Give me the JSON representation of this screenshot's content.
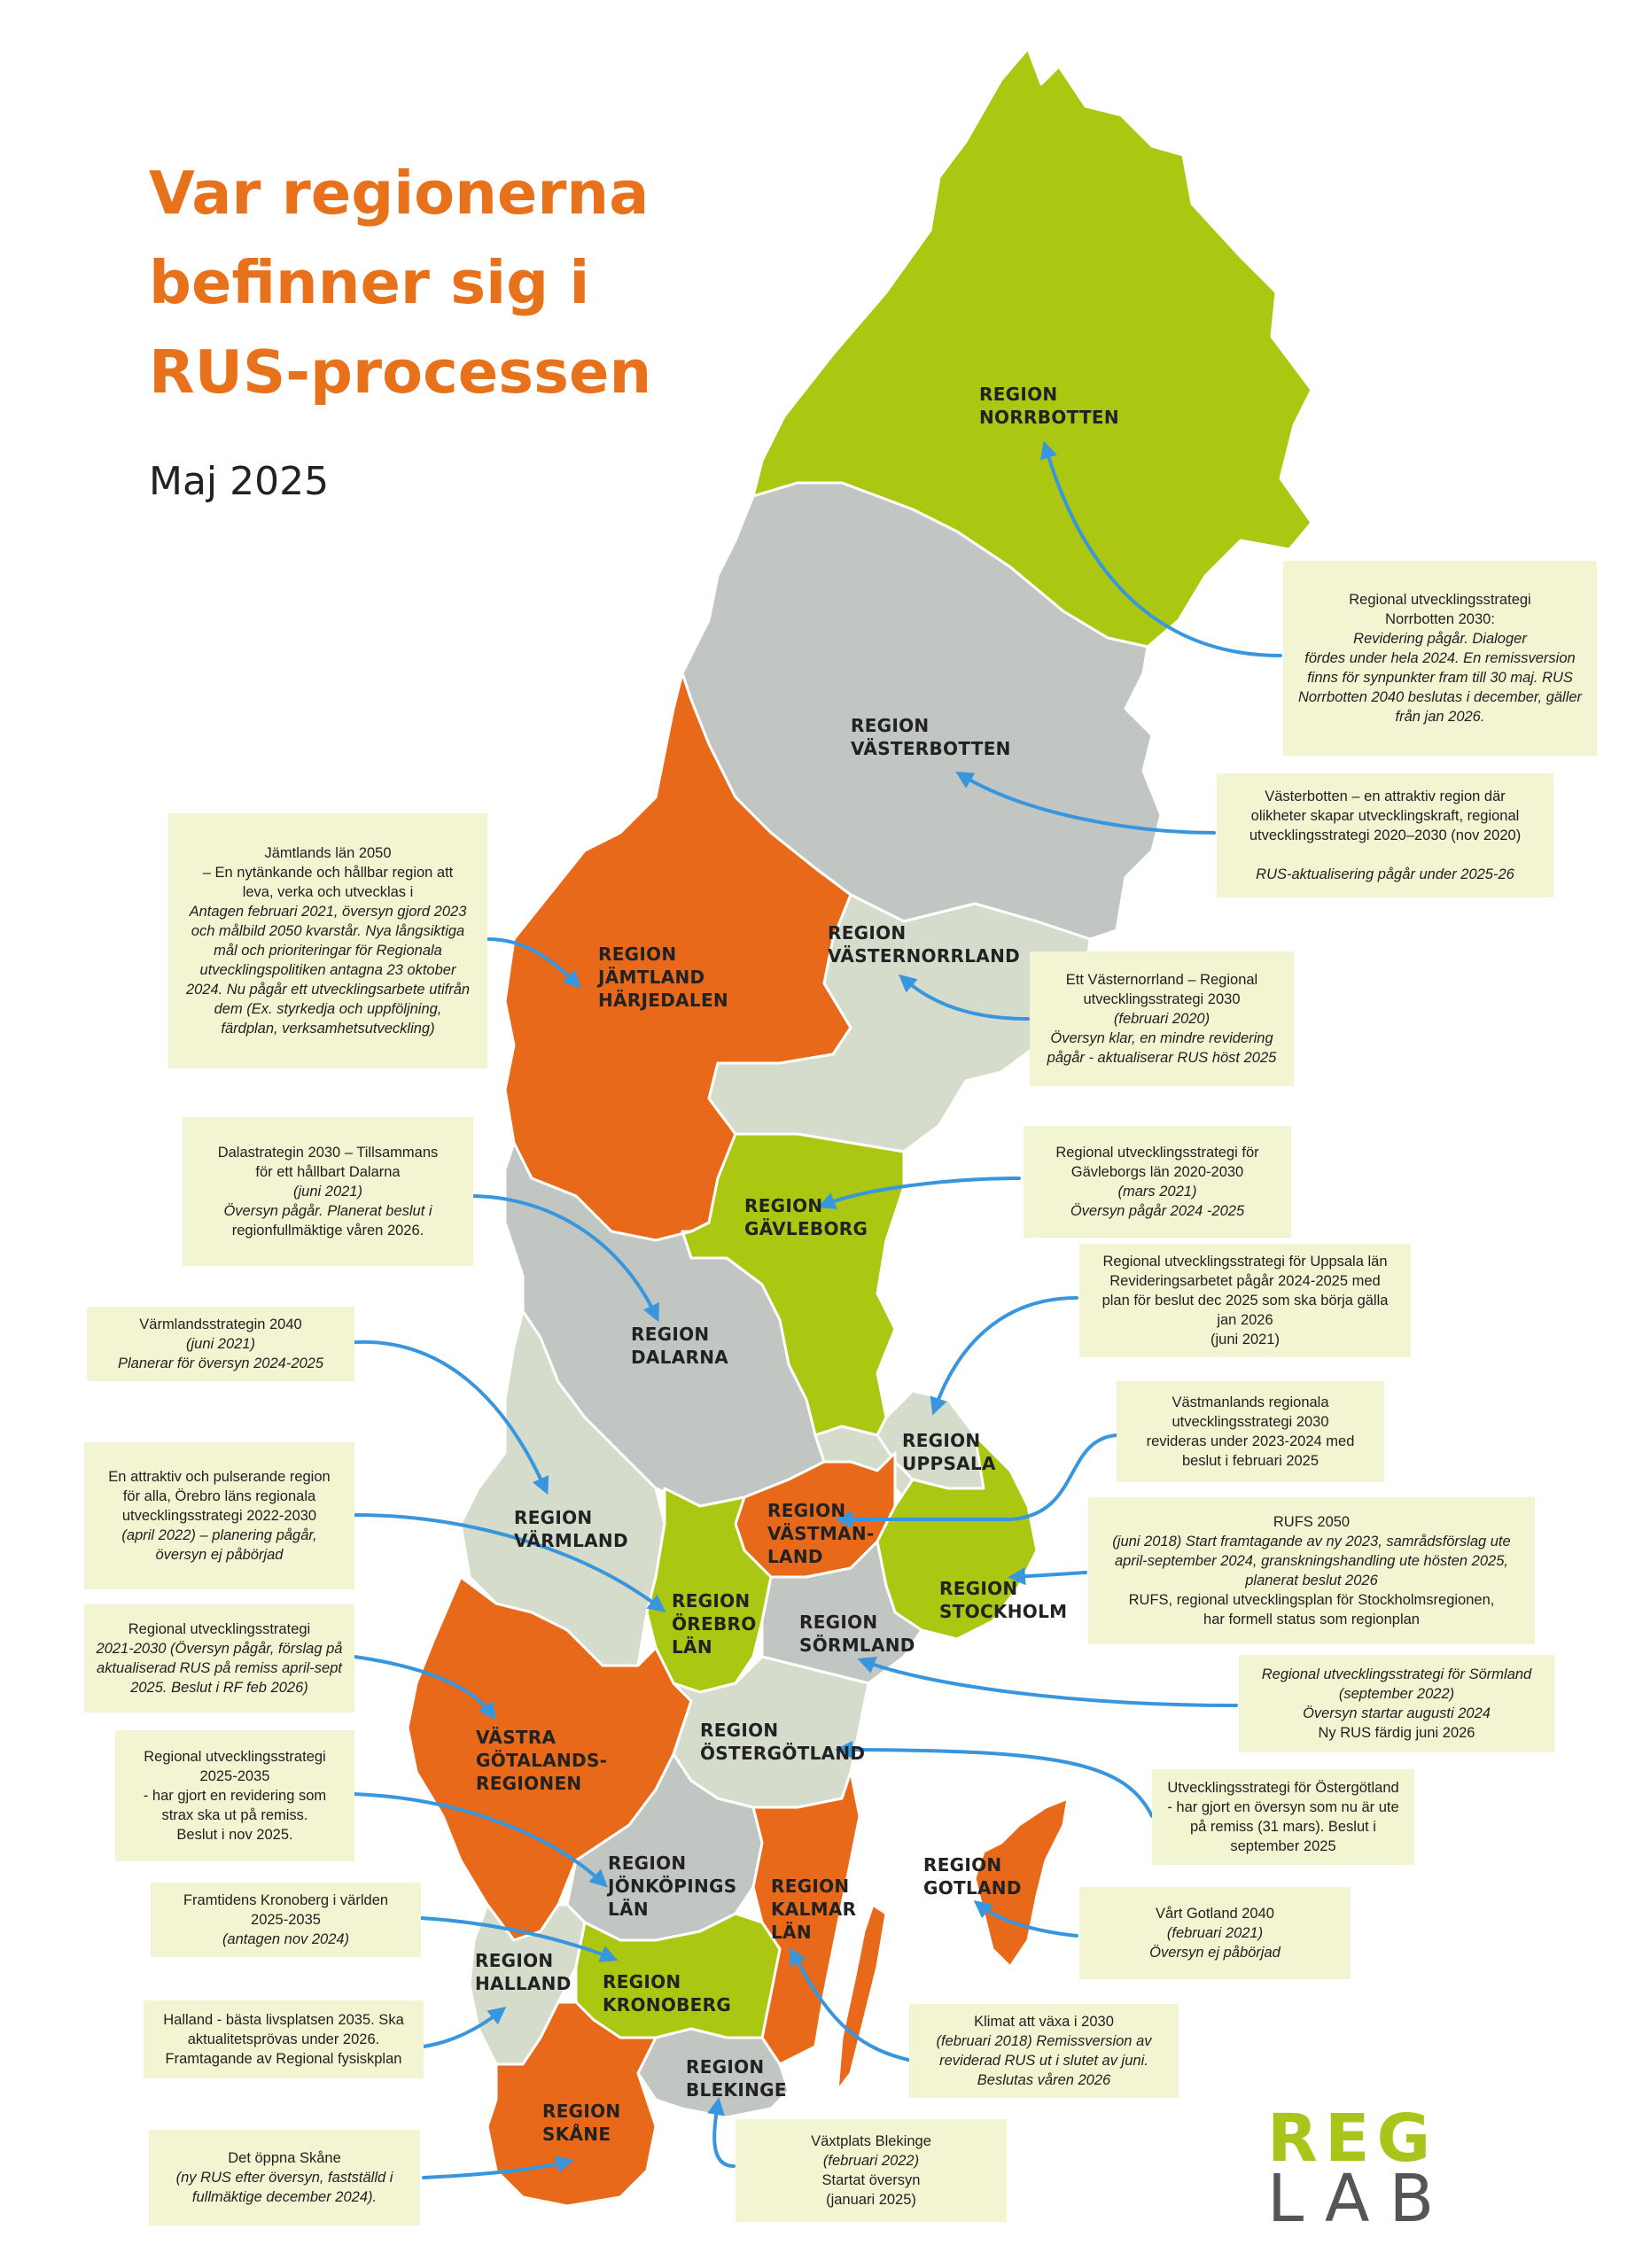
{
  "title": {
    "line1": "Var regionerna",
    "line2": "befinner sig i",
    "line3": "RUS-processen"
  },
  "subtitle": "Maj 2025",
  "colors": {
    "green": "#acc712",
    "orange": "#e8691a",
    "gray": "#c2c6c3",
    "lightgray": "#d6dccb",
    "arrow": "#3796dd",
    "box": "#f3f5d2"
  },
  "regions": {
    "norrbotten": {
      "l1": "Region",
      "l2": "Norrbotten"
    },
    "vasterbotten": {
      "l1": "Region",
      "l2": "Västerbotten"
    },
    "jamtland": {
      "l1": "Region",
      "l2": "Jämtland",
      "l3": "Härjedalen"
    },
    "vasternorrland": {
      "l1": "Region",
      "l2": "Västernorrland"
    },
    "gavleborg": {
      "l1": "Region",
      "l2": "Gävleborg"
    },
    "dalarna": {
      "l1": "Region",
      "l2": "Dalarna"
    },
    "uppsala": {
      "l1": "Region",
      "l2": "Uppsala"
    },
    "varmland": {
      "l1": "Region",
      "l2": "Värmland"
    },
    "vastmanland": {
      "l1": "Region",
      "l2": "Västman-",
      "l3": "land"
    },
    "stockholm": {
      "l1": "Region",
      "l2": "Stockholm"
    },
    "orebro": {
      "l1": "Region",
      "l2": "Örebro",
      "l3": "län"
    },
    "sormland": {
      "l1": "Region",
      "l2": "Sörmland"
    },
    "vastragotaland": {
      "l1": "Västra",
      "l2": "Götalands-",
      "l3": "regionen"
    },
    "ostergotland": {
      "l1": "Region",
      "l2": "Östergötland"
    },
    "jonkoping": {
      "l1": "Region",
      "l2": "Jönköpings",
      "l3": "län"
    },
    "kalmar": {
      "l1": "Region",
      "l2": "Kalmar",
      "l3": "län"
    },
    "gotland": {
      "l1": "Region",
      "l2": "Gotland"
    },
    "halland": {
      "l1": "Region",
      "l2": "Halland"
    },
    "kronoberg": {
      "l1": "Region",
      "l2": "Kronoberg"
    },
    "blekinge": {
      "l1": "Region",
      "l2": "Blekinge"
    },
    "skane": {
      "l1": "Region",
      "l2": "Skåne"
    }
  },
  "boxes": {
    "norrbotten": {
      "l1": "Regional utvecklingsstrategi",
      "l2": "Norrbotten 2030:",
      "l3": "Revidering pågår. Dialoger",
      "l4": "fördes under hela 2024. En remissversion",
      "l5": "finns för synpunkter fram till 30 maj. RUS",
      "l6": "Norrbotten 2040 beslutas i december, gäller",
      "l7": "från jan 2026."
    },
    "vasterbotten": {
      "l1": "Västerbotten – en attraktiv region där",
      "l2": "olikheter skapar utvecklingskraft, regional",
      "l3": "utvecklingsstrategi 2020–2030 (nov 2020)",
      "l4": "RUS-aktualisering pågår under 2025-26"
    },
    "jamtland": {
      "l1": "Jämtlands län 2050",
      "l2": "– En nytänkande och hållbar region att",
      "l3": "leva, verka och utvecklas i",
      "l4": "Antagen februari 2021, översyn gjord 2023",
      "l5": "och målbild 2050 kvarstår. Nya långsiktiga",
      "l6": "mål och prioriteringar för Regionala",
      "l7": "utvecklingspolitiken antagna 23 oktober",
      "l8": "2024. Nu pågår ett utvecklingsarbete utifrån",
      "l9": "dem (Ex. styrkedja och uppföljning,",
      "l10": "färdplan, verksamhetsutveckling)"
    },
    "vasternorrland": {
      "l1": "Ett Västernorrland – Regional",
      "l2": "utvecklingsstrategi 2030",
      "l3": "(februari 2020)",
      "l4": "Översyn klar, en mindre revidering",
      "l5": "pågår - aktualiserar RUS höst 2025"
    },
    "gavleborg": {
      "l1": "Regional utvecklingsstrategi för",
      "l2": "Gävleborgs län 2020-2030",
      "l3": "(mars 2021)",
      "l4": "Översyn pågår 2024 -2025"
    },
    "dalarna": {
      "l1": "Dalastrategin 2030 – Tillsammans",
      "l2": "för ett hållbart Dalarna",
      "l3": "(juni 2021)",
      "l4": "Översyn pågår. Planerat beslut i",
      "l5": "regionfullmäktige våren 2026."
    },
    "uppsala": {
      "l1": "Regional utvecklingsstrategi för Uppsala län",
      "l2": "Revideringsarbetet pågår 2024-2025 med",
      "l3": "plan för beslut dec 2025 som ska börja gälla",
      "l4": "jan 2026",
      "l5": "(juni 2021)"
    },
    "varmland": {
      "l1": "Värmlandsstrategin 2040",
      "l2": "(juni 2021)",
      "l3": "Planerar för översyn 2024-2025"
    },
    "vastmanland": {
      "l1": "Västmanlands regionala",
      "l2": "utvecklingsstrategi 2030",
      "l3": "revideras under 2023-2024 med",
      "l4": "beslut i februari 2025"
    },
    "orebro": {
      "l1": "En attraktiv och pulserande region",
      "l2": "för alla, Örebro läns regionala",
      "l3": "utvecklingsstrategi 2022-2030",
      "l4": "(april 2022) – planering pågår,",
      "l5": "översyn ej påbörjad"
    },
    "stockholm": {
      "l1": "RUFS 2050",
      "l2": "(juni 2018) Start framtagande av ny 2023, samrådsförslag ute",
      "l3": "april-september 2024, granskningshandling ute hösten 2025,",
      "l4": "planerat beslut 2026",
      "l5": "RUFS, regional utvecklingsplan för Stockholmsregionen,",
      "l6": "har formell status som regionplan"
    },
    "vastragotaland": {
      "l1": "Regional utvecklingsstrategi",
      "l2": "2021-2030 (Översyn pågår, förslag på",
      "l3": "aktualiserad RUS på remiss april-sept",
      "l4": "2025. Beslut i RF feb 2026)"
    },
    "sormland": {
      "l1": "Regional utvecklingsstrategi för Sörmland",
      "l2": "(september 2022)",
      "l3": "Översyn startar augusti 2024",
      "l4": "Ny RUS färdig juni 2026"
    },
    "jonkoping": {
      "l1": "Regional utvecklingsstrategi",
      "l2": "2025-2035",
      "l3": "- har gjort en revidering som",
      "l4": "strax ska ut på remiss.",
      "l5": "Beslut i nov 2025."
    },
    "ostergotland": {
      "l1": "Utvecklingsstrategi för Östergötland",
      "l2": "- har gjort en översyn som nu är ute",
      "l3": "på remiss (31 mars). Beslut i",
      "l4": "september 2025"
    },
    "kronoberg": {
      "l1": "Framtidens Kronoberg i världen",
      "l2": "2025-2035",
      "l3": "(antagen nov 2024)"
    },
    "gotland": {
      "l1": "Vårt Gotland 2040",
      "l2": "(februari 2021)",
      "l3": "Översyn ej påbörjad"
    },
    "halland": {
      "l1": "Halland - bästa livsplatsen 2035. Ska",
      "l2": "aktualitetsprövas under 2026.",
      "l3": "Framtagande av  Regional fysiskplan"
    },
    "kalmar": {
      "l1": "Klimat att växa i 2030",
      "l2": "(februari 2018) Remissversion av",
      "l3": "reviderad RUS ut i slutet av juni.",
      "l4": "Beslutas våren 2026"
    },
    "skane": {
      "l1": "Det öppna Skåne",
      "l2": "(ny RUS efter översyn, fastställd i",
      "l3": "fullmäktige december 2024)."
    },
    "blekinge": {
      "l1": "Växtplats Blekinge",
      "l2": "(februari 2022)",
      "l3": "Startat översyn",
      "l4": "(januari 2025)"
    }
  },
  "logo": {
    "top": "REG",
    "bottom": "LAB"
  }
}
